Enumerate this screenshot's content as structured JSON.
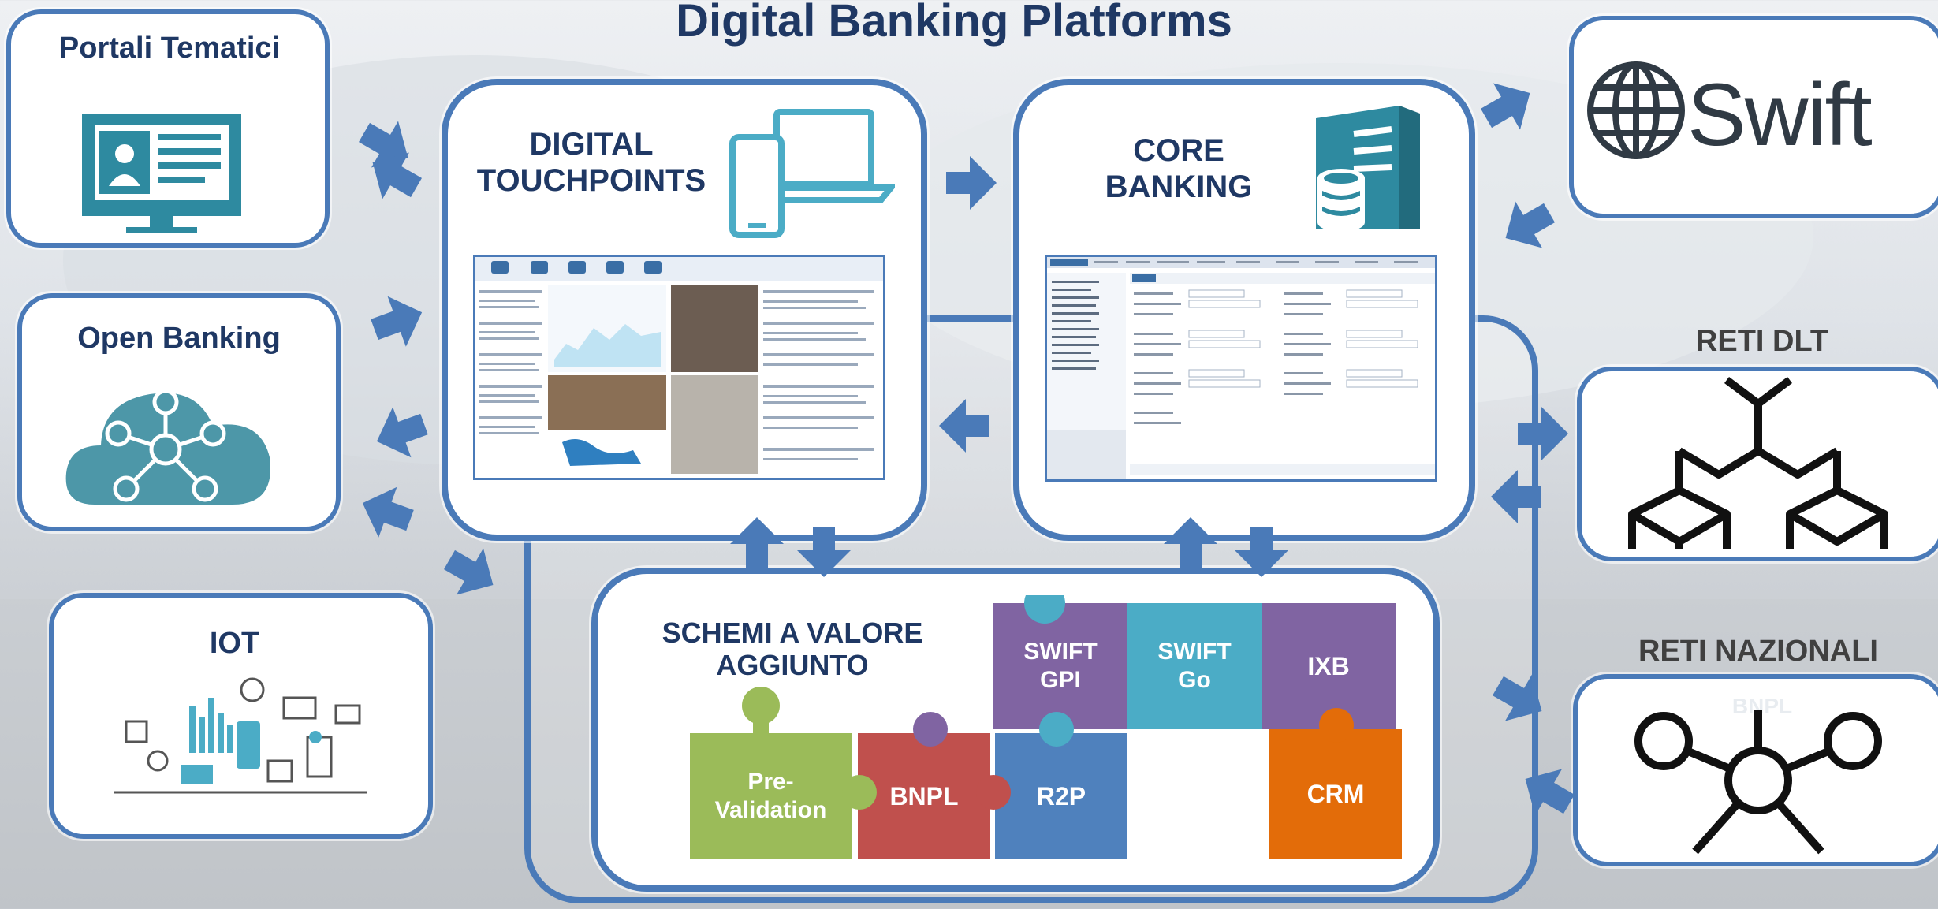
{
  "header": {
    "title": "Digital Banking Platforms"
  },
  "channels": {
    "portali": "Portali Tematici",
    "open_banking": "Open Banking",
    "iot": "IOT"
  },
  "platforms": {
    "digital_touchpoints": [
      "DIGITAL",
      "TOUCHPOINTS"
    ],
    "core_banking": [
      "CORE",
      "BANKING"
    ],
    "schemi": [
      "SCHEMI A VALORE",
      "AGGIUNTO"
    ]
  },
  "networks": {
    "swift_logo": "Swift",
    "reti_dlt": "RETI DLT",
    "reti_nazionali": "RETI NAZIONALI",
    "bnpl_faded": "BNPL"
  },
  "puzzle": {
    "swift_gpi": [
      "SWIFT",
      "GPI"
    ],
    "swift_go": [
      "SWIFT",
      "Go"
    ],
    "ixb": "IXB",
    "pre_validation": [
      "Pre-",
      "Validation"
    ],
    "bnpl": "BNPL",
    "r2p": "R2P",
    "crm": "CRM"
  },
  "colors": {
    "frame": "#4a7ab8",
    "title": "#1f3864",
    "teal": "#2e8aa0",
    "purple": "#8064a2",
    "cyan": "#4bacc6",
    "green": "#9bbb59",
    "red": "#c0504d",
    "blue": "#4f81bd",
    "orange": "#e36c09"
  }
}
